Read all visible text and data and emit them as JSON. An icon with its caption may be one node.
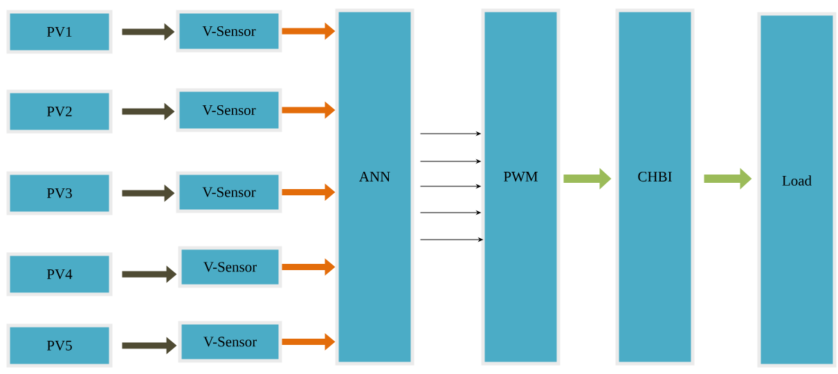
{
  "diagram": {
    "nodes": [
      {
        "text": [
          "PV1"
        ]
      },
      {
        "text": [
          "PV2"
        ]
      },
      {
        "text": [
          "PV3"
        ]
      },
      {
        "text": [
          "PV4"
        ]
      },
      {
        "text": [
          "PV5"
        ]
      },
      {
        "text": [
          "V-Sensor"
        ]
      },
      {
        "text": [
          "V-Sensor"
        ]
      },
      {
        "text": [
          "V-Sensor"
        ]
      },
      {
        "text": [
          "V-Sensor"
        ]
      },
      {
        "text": [
          "V-Sensor"
        ]
      },
      {
        "text": [
          "ANN"
        ]
      },
      {
        "text": [
          "PWM"
        ]
      },
      {
        "text": [
          "CHBI"
        ]
      },
      {
        "text": [
          "Load"
        ]
      }
    ],
    "edges": [
      {
        "from": 0,
        "to": 5,
        "arrow": "to",
        "color": "#4f4b33"
      },
      {
        "from": 1,
        "to": 6,
        "arrow": "to",
        "color": "#4f4b33"
      },
      {
        "from": 2,
        "to": 7,
        "arrow": "to",
        "color": "#4f4b33"
      },
      {
        "from": 3,
        "to": 8,
        "arrow": "to",
        "color": "#4f4b33"
      },
      {
        "from": 4,
        "to": 9,
        "arrow": "to",
        "color": "#4f4b33"
      },
      {
        "from": 5,
        "to": 10,
        "arrow": "to",
        "color": "#e36c0a"
      },
      {
        "from": 6,
        "to": 10,
        "arrow": "to",
        "color": "#e36c0a"
      },
      {
        "from": 7,
        "to": 10,
        "arrow": "to",
        "color": "#e36c0a"
      },
      {
        "from": 8,
        "to": 10,
        "arrow": "to",
        "color": "#e36c0a"
      },
      {
        "from": 9,
        "to": 10,
        "arrow": "to",
        "color": "#e36c0a"
      },
      {
        "from": 10,
        "to": 11,
        "arrow": "to"
      },
      {
        "from": 10,
        "to": 11,
        "arrow": "to"
      },
      {
        "from": 10,
        "to": 11,
        "arrow": "to"
      },
      {
        "from": 10,
        "to": 11,
        "arrow": "to"
      },
      {
        "from": 10,
        "to": 11,
        "arrow": "to"
      },
      {
        "from": 11,
        "to": 12,
        "arrow": "to",
        "color": "#9bbb59"
      },
      {
        "from": 12,
        "to": 13,
        "arrow": "to",
        "color": "#9bbb59"
      }
    ]
  }
}
